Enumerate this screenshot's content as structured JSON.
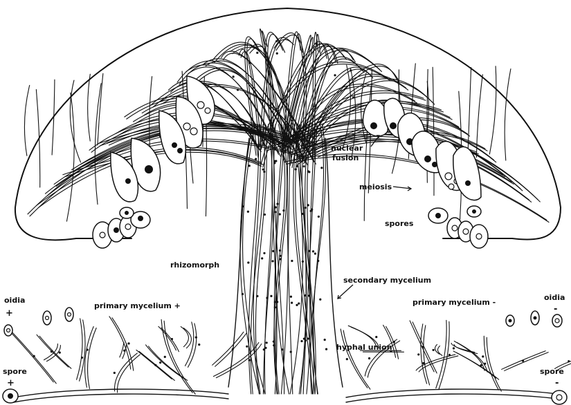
{
  "diagram": {
    "labels": {
      "nuclear_fusion_1": "nuclear",
      "nuclear_fusion_2": "fusion",
      "meiosis": "meiosis",
      "spores": "spores",
      "rhizomorph": "rhizomorph",
      "secondary_mycelium": "secondary mycelium",
      "primary_mycelium_left": "primary mycelium +",
      "primary_mycelium_right": "primary mycelium -",
      "oidia_left": "oidia",
      "oidia_right": "oidia",
      "oidia_left_sign": "+",
      "oidia_right_sign": "-",
      "hyphal_union": "hyphal union",
      "spore_left": "spore",
      "spore_right": "spore",
      "spore_left_sign": "+",
      "spore_right_sign": "-"
    }
  }
}
